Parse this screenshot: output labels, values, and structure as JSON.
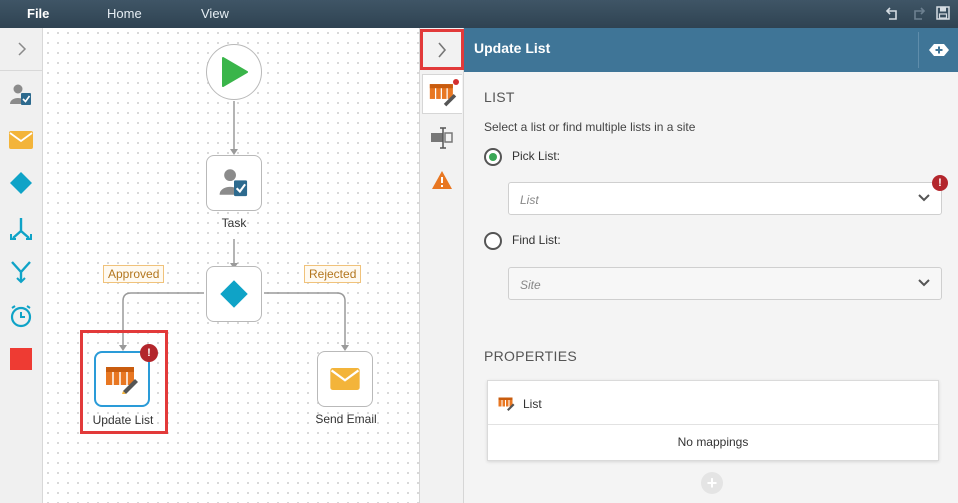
{
  "menu": {
    "file": "File",
    "home": "Home",
    "view": "View"
  },
  "canvas": {
    "nodes": {
      "start": {
        "label": ""
      },
      "task": {
        "label": "Task"
      },
      "update_list": {
        "label": "Update List"
      },
      "send_email": {
        "label": "Send Email"
      }
    },
    "branches": {
      "approved": "Approved",
      "rejected": "Rejected"
    },
    "error_mark": "!"
  },
  "panel": {
    "title": "Update List",
    "list_section": {
      "title": "LIST",
      "description": "Select a list or find multiple lists in a site",
      "pick_list_label": "Pick List:",
      "pick_list_placeholder": "List",
      "find_list_label": "Find List:",
      "find_list_placeholder": "Site",
      "error_mark": "!"
    },
    "properties": {
      "title": "PROPERTIES",
      "card_label": "List",
      "empty_text": "No mappings",
      "add_symbol": "+"
    }
  },
  "colors": {
    "topbar": "#34495a",
    "panel_header": "#3f7597",
    "highlight_red": "#e23a3a",
    "start_green": "#3ab54a",
    "teal": "#0fa3c7",
    "orange": "#e87722",
    "error": "#b3262c"
  },
  "icons": [
    "undo-icon",
    "redo-icon",
    "save-icon",
    "chevron-right-icon",
    "task-icon",
    "email-icon",
    "decision-icon",
    "split-icon",
    "merge-icon",
    "timer-icon",
    "stop-icon",
    "play-icon",
    "update-list-icon",
    "field-icon",
    "warning-icon",
    "add-icon",
    "chevron-down-icon"
  ]
}
